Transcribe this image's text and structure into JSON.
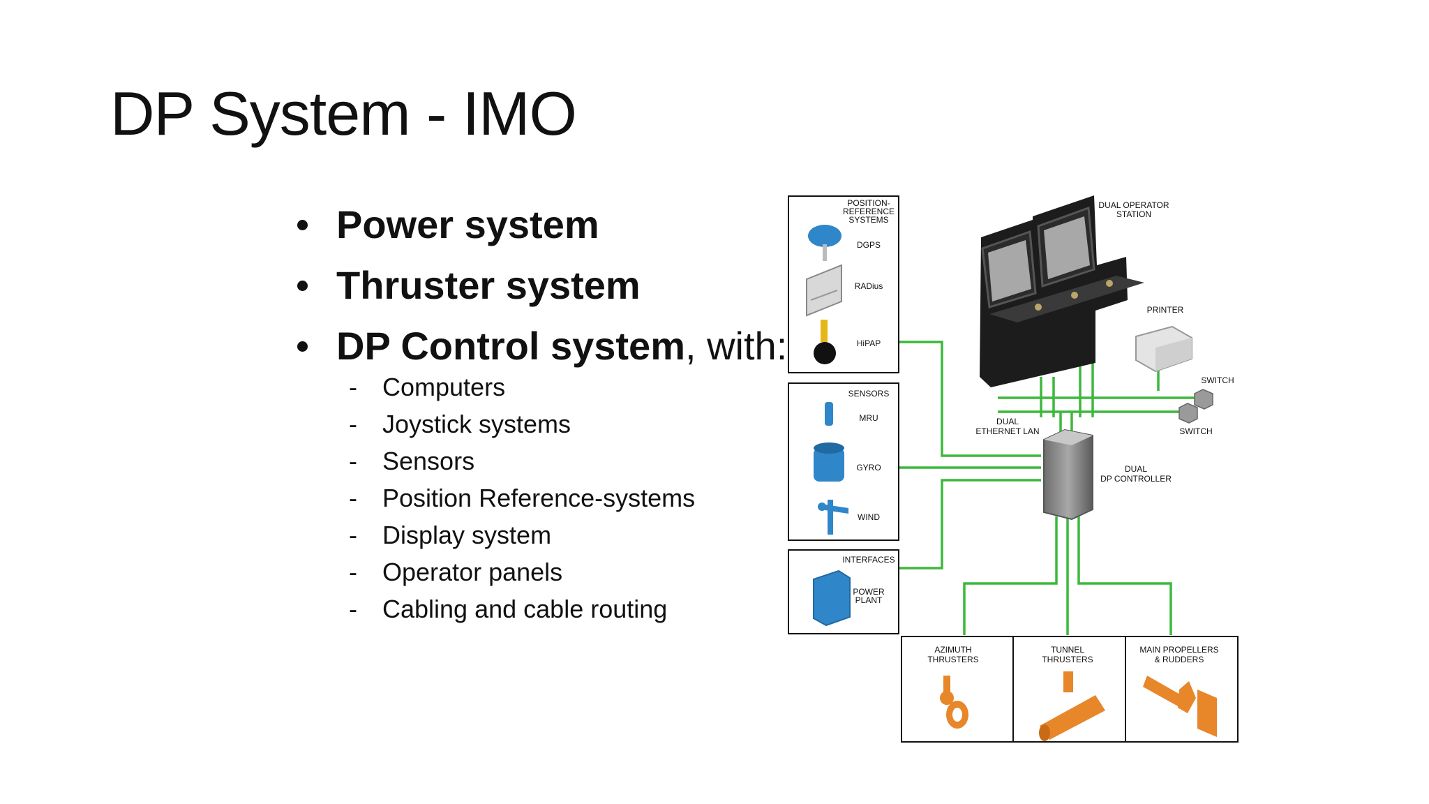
{
  "slide": {
    "title": "DP System - IMO",
    "bullets": [
      {
        "bold": "Power system",
        "rest": ""
      },
      {
        "bold": "Thruster system",
        "rest": ""
      },
      {
        "bold": "DP Control system",
        "rest": ", with:"
      }
    ],
    "sub_items": [
      "Computers",
      "Joystick systems",
      "Sensors",
      "Position Reference-systems",
      "Display system",
      "Operator panels",
      "Cabling and cable routing"
    ]
  },
  "diagram": {
    "position_reference": {
      "title_1": "POSITION-",
      "title_2": "REFERENCE",
      "title_3": "SYSTEMS",
      "dgps": "DGPS",
      "radius": "RADius",
      "hipap": "HiPAP"
    },
    "sensors": {
      "title": "SENSORS",
      "mru": "MRU",
      "gyro": "GYRO",
      "wind": "WIND"
    },
    "interfaces": {
      "title": "INTERFACES",
      "power_1": "POWER",
      "power_2": "PLANT"
    },
    "operator_station": {
      "line1": "DUAL OPERATOR",
      "line2": "STATION"
    },
    "printer": "PRINTER",
    "switch_top": "SWITCH",
    "switch_bottom": "SWITCH",
    "lan": {
      "line1": "DUAL",
      "line2": "ETHERNET LAN"
    },
    "controller": {
      "line1": "DUAL",
      "line2": "DP CONTROLLER"
    },
    "thrusters": {
      "azimuth_1": "AZIMUTH",
      "azimuth_2": "THRUSTERS",
      "tunnel_1": "TUNNEL",
      "tunnel_2": "THRUSTERS",
      "main_1": "MAIN PROPELLERS",
      "main_2": "& RUDDERS"
    },
    "colors": {
      "cable": "#3cb83c",
      "sensor_blue": "#2f86c9",
      "thruster_orange": "#e8862a",
      "equipment_dark": "#1c1c1c"
    }
  }
}
